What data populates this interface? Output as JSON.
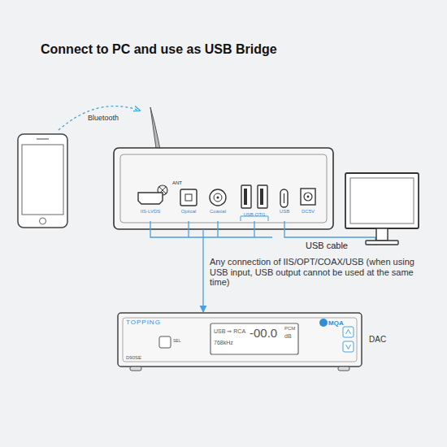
{
  "diagram": {
    "title": "Connect to PC and use as USB Bridge",
    "nodes": [
      {
        "text": [
          "ANT",
          "IIS-LVDS",
          "Optical",
          "Coaxial",
          "USB OTG",
          "USB",
          "DC5V"
        ]
      },
      {
        "text": [
          "TOPPING",
          "SEL",
          "D90SE",
          "USB ⇒ RCA",
          "768kHz",
          "-00.0",
          "PCM",
          "dB",
          "MQA"
        ]
      }
    ],
    "edges": [
      {
        "from": 0,
        "to": 1,
        "arrow": "to",
        "label": "Any connection of IIS/OPT/COAX/USB (when using USB input, USB output cannot be used at the same time)"
      }
    ],
    "labels": [
      "Bluetooth",
      "USB cable",
      "DAC"
    ]
  }
}
